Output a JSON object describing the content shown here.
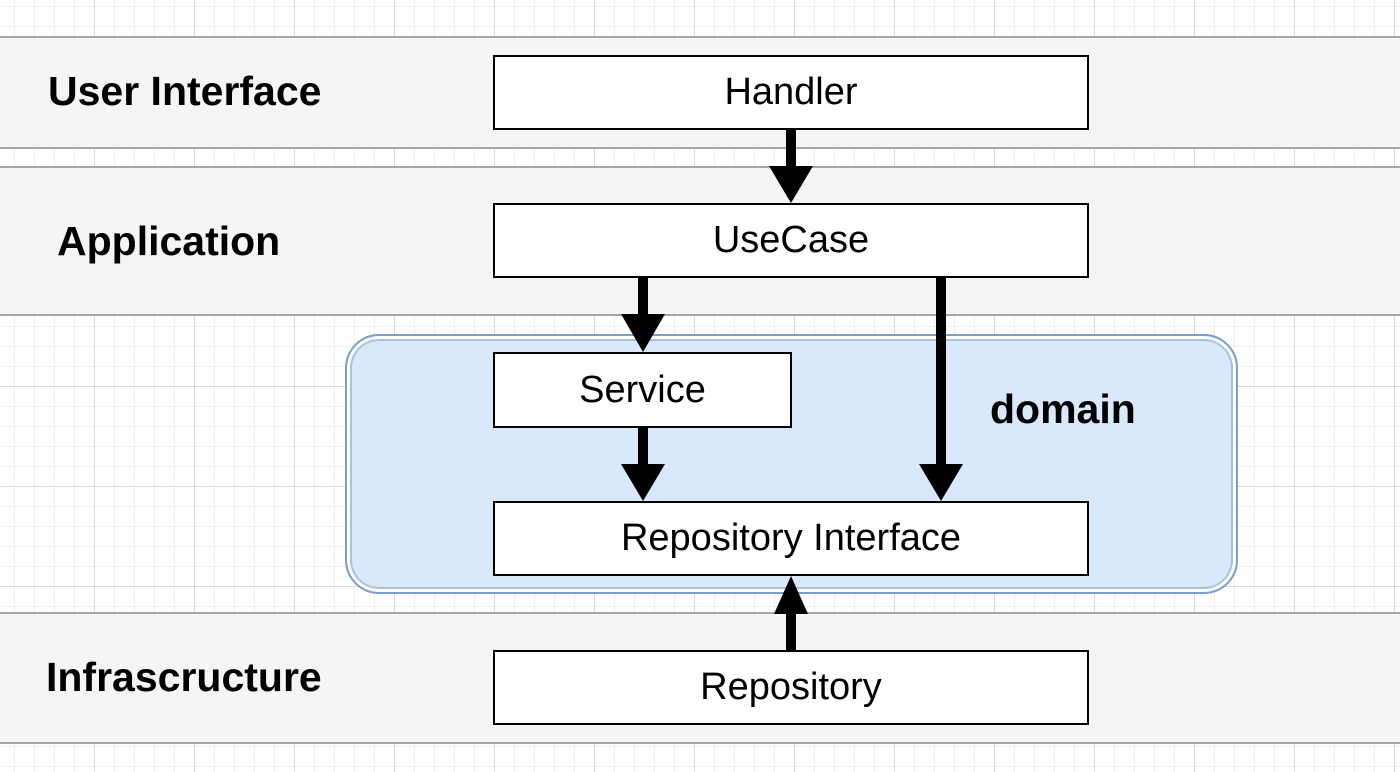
{
  "layers": {
    "user_interface": "User Interface",
    "application": "Application",
    "infrastructure": "Infrascructure"
  },
  "domain": {
    "label": "domain"
  },
  "nodes": {
    "handler": "Handler",
    "usecase": "UseCase",
    "service": "Service",
    "repository_interface": "Repository Interface",
    "repository": "Repository"
  },
  "colors": {
    "domain_fill": "#dae8fc",
    "domain_border": "#7a9ecb",
    "band_fill": "#f5f5f5",
    "band_border": "#a6a6a6",
    "node_border": "#000000",
    "arrow": "#000000"
  }
}
